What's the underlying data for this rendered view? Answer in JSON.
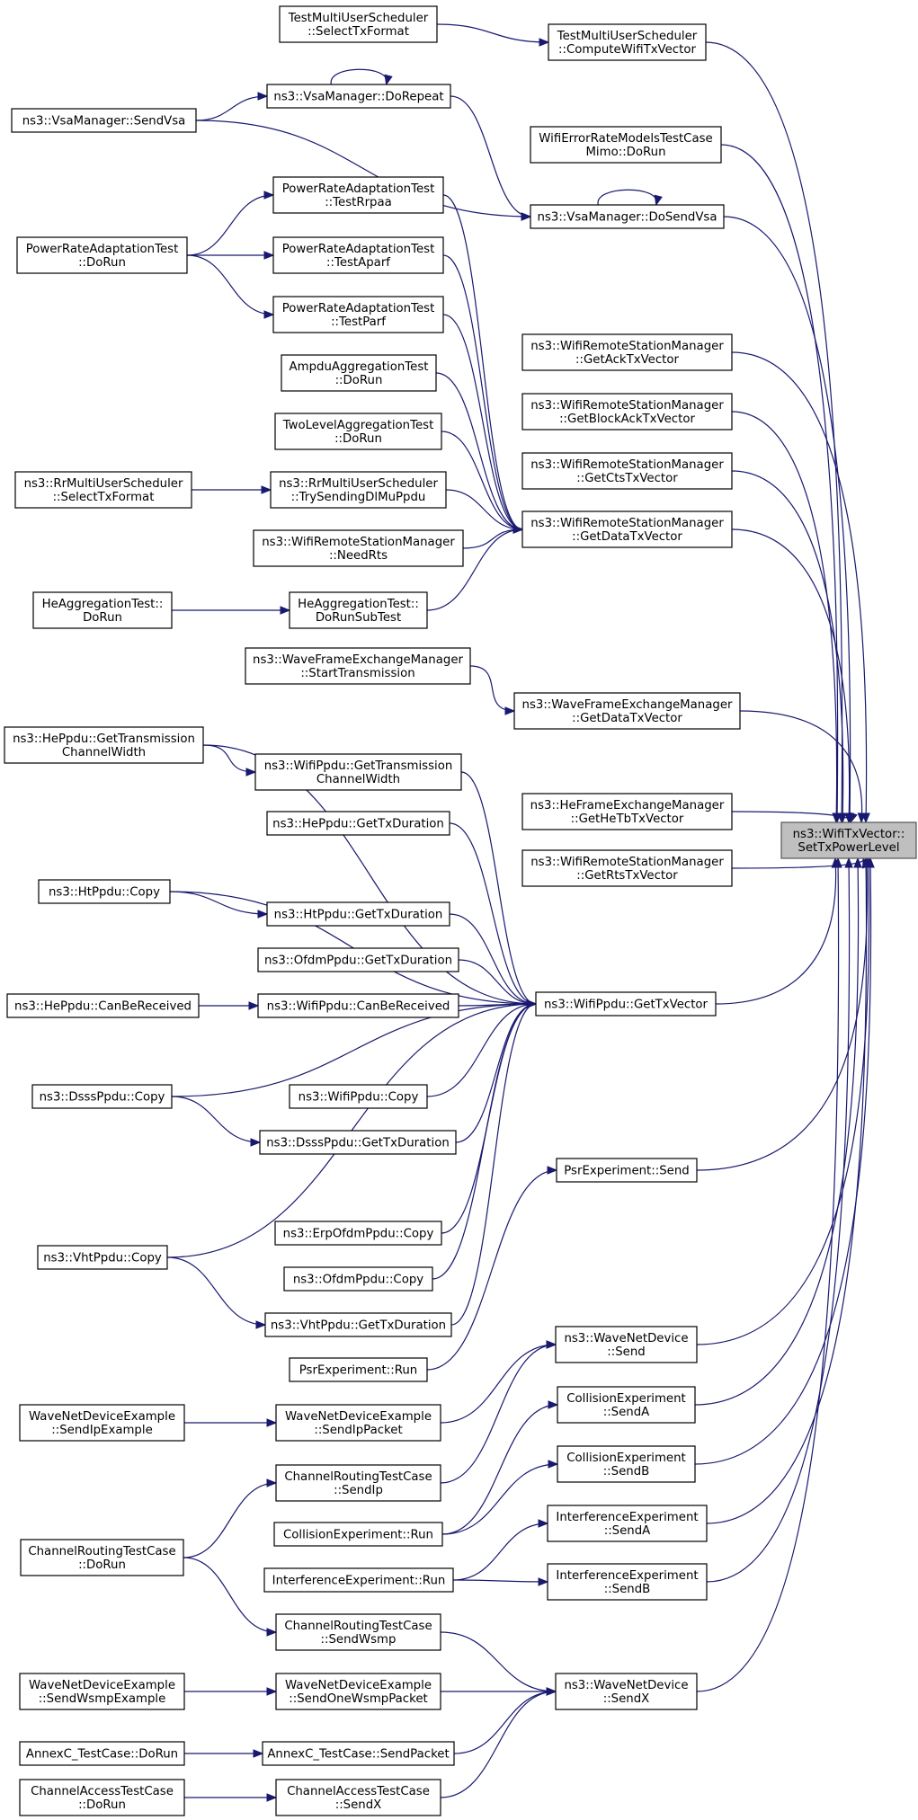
{
  "diagram": {
    "root": "ns3::WifiTxVector::\nSetTxPowerLevel",
    "nodes": [
      {
        "id": "sel_fmt",
        "label": "TestMultiUserScheduler\n::SelectTxFormat"
      },
      {
        "id": "compute",
        "label": "TestMultiUserScheduler\n::ComputeWifiTxVector"
      },
      {
        "id": "dorepeat",
        "label": "ns3::VsaManager::DoRepeat"
      },
      {
        "id": "sendvsa",
        "label": "ns3::VsaManager::SendVsa"
      },
      {
        "id": "wifierr",
        "label": "WifiErrorRateModelsTestCase\nMimo::DoRun"
      },
      {
        "id": "dosendvsa",
        "label": "ns3::VsaManager::DoSendVsa"
      },
      {
        "id": "rrpaa",
        "label": "PowerRateAdaptationTest\n::TestRrpaa"
      },
      {
        "id": "pra_dorun",
        "label": "PowerRateAdaptationTest\n::DoRun"
      },
      {
        "id": "aparf",
        "label": "PowerRateAdaptationTest\n::TestAparf"
      },
      {
        "id": "parf",
        "label": "PowerRateAdaptationTest\n::TestParf"
      },
      {
        "id": "ampdu",
        "label": "AmpduAggregationTest\n::DoRun"
      },
      {
        "id": "twolevel",
        "label": "TwoLevelAggregationTest\n::DoRun"
      },
      {
        "id": "rr_sel",
        "label": "ns3::RrMultiUserScheduler\n::SelectTxFormat"
      },
      {
        "id": "rr_try",
        "label": "ns3::RrMultiUserScheduler\n::TrySendingDlMuPpdu"
      },
      {
        "id": "needrts",
        "label": "ns3::WifiRemoteStationManager\n::NeedRts"
      },
      {
        "id": "heagg_run",
        "label": "HeAggregationTest::\nDoRun"
      },
      {
        "id": "heagg_sub",
        "label": "HeAggregationTest::\nDoRunSubTest"
      },
      {
        "id": "getack",
        "label": "ns3::WifiRemoteStationManager\n::GetAckTxVector"
      },
      {
        "id": "getblockack",
        "label": "ns3::WifiRemoteStationManager\n::GetBlockAckTxVector"
      },
      {
        "id": "getcts",
        "label": "ns3::WifiRemoteStationManager\n::GetCtsTxVector"
      },
      {
        "id": "getdata",
        "label": "ns3::WifiRemoteStationManager\n::GetDataTxVector"
      },
      {
        "id": "wave_start",
        "label": "ns3::WaveFrameExchangeManager\n::StartTransmission"
      },
      {
        "id": "wave_getdata",
        "label": "ns3::WaveFrameExchangeManager\n::GetDataTxVector"
      },
      {
        "id": "heppdu_gtcw",
        "label": "ns3::HePpdu::GetTransmission\nChannelWidth"
      },
      {
        "id": "wifippdu_gtcw",
        "label": "ns3::WifiPpdu::GetTransmission\nChannelWidth"
      },
      {
        "id": "he_tb",
        "label": "ns3::HeFrameExchangeManager\n::GetHeTbTxVector"
      },
      {
        "id": "heppdu_dur",
        "label": "ns3::HePpdu::GetTxDuration"
      },
      {
        "id": "getrts",
        "label": "ns3::WifiRemoteStationManager\n::GetRtsTxVector"
      },
      {
        "id": "htppdu_copy",
        "label": "ns3::HtPpdu::Copy"
      },
      {
        "id": "htppdu_dur",
        "label": "ns3::HtPpdu::GetTxDuration"
      },
      {
        "id": "ofdm_dur",
        "label": "ns3::OfdmPpdu::GetTxDuration"
      },
      {
        "id": "he_cbr",
        "label": "ns3::HePpdu::CanBeReceived"
      },
      {
        "id": "wifi_cbr",
        "label": "ns3::WifiPpdu::CanBeReceived"
      },
      {
        "id": "gettxvector",
        "label": "ns3::WifiPpdu::GetTxVector"
      },
      {
        "id": "dsss_copy",
        "label": "ns3::DsssPpdu::Copy"
      },
      {
        "id": "wifi_copy",
        "label": "ns3::WifiPpdu::Copy"
      },
      {
        "id": "dsss_dur",
        "label": "ns3::DsssPpdu::GetTxDuration"
      },
      {
        "id": "psr_send",
        "label": "PsrExperiment::Send"
      },
      {
        "id": "erp_copy",
        "label": "ns3::ErpOfdmPpdu::Copy"
      },
      {
        "id": "vht_copy",
        "label": "ns3::VhtPpdu::Copy"
      },
      {
        "id": "ofdm_copy",
        "label": "ns3::OfdmPpdu::Copy"
      },
      {
        "id": "vht_dur",
        "label": "ns3::VhtPpdu::GetTxDuration"
      },
      {
        "id": "wave_send",
        "label": "ns3::WaveNetDevice\n::Send"
      },
      {
        "id": "psr_run",
        "label": "PsrExperiment::Run"
      },
      {
        "id": "wnde_sendip",
        "label": "WaveNetDeviceExample\n::SendIpExample"
      },
      {
        "id": "wnde_ippacket",
        "label": "WaveNetDeviceExample\n::SendIpPacket"
      },
      {
        "id": "coll_senda",
        "label": "CollisionExperiment\n::SendA"
      },
      {
        "id": "crt_sendip",
        "label": "ChannelRoutingTestCase\n::SendIp"
      },
      {
        "id": "coll_sendb",
        "label": "CollisionExperiment\n::SendB"
      },
      {
        "id": "coll_run",
        "label": "CollisionExperiment::Run"
      },
      {
        "id": "crt_dorun",
        "label": "ChannelRoutingTestCase\n::DoRun"
      },
      {
        "id": "int_senda",
        "label": "InterferenceExperiment\n::SendA"
      },
      {
        "id": "int_run",
        "label": "InterferenceExperiment::Run"
      },
      {
        "id": "int_sendb",
        "label": "InterferenceExperiment\n::SendB"
      },
      {
        "id": "crt_wsmp",
        "label": "ChannelRoutingTestCase\n::SendWsmp"
      },
      {
        "id": "wnde_wsmpex",
        "label": "WaveNetDeviceExample\n::SendWsmpExample"
      },
      {
        "id": "wnde_onewsmp",
        "label": "WaveNetDeviceExample\n::SendOneWsmpPacket"
      },
      {
        "id": "wave_sendx",
        "label": "ns3::WaveNetDevice\n::SendX"
      },
      {
        "id": "annexc_dorun",
        "label": "AnnexC_TestCase::DoRun"
      },
      {
        "id": "annexc_send",
        "label": "AnnexC_TestCase::SendPacket"
      },
      {
        "id": "cat_dorun",
        "label": "ChannelAccessTestCase\n::DoRun"
      },
      {
        "id": "cat_sendx",
        "label": "ChannelAccessTestCase\n::SendX"
      }
    ],
    "edges": [
      [
        "sel_fmt",
        "compute"
      ],
      [
        "compute",
        "root"
      ],
      [
        "dorepeat",
        "dorepeat"
      ],
      [
        "dorepeat",
        "dosendvsa"
      ],
      [
        "sendvsa",
        "dorepeat"
      ],
      [
        "sendvsa",
        "dosendvsa"
      ],
      [
        "wifierr",
        "root"
      ],
      [
        "dosendvsa",
        "dosendvsa"
      ],
      [
        "dosendvsa",
        "root"
      ],
      [
        "rrpaa",
        "getdata"
      ],
      [
        "pra_dorun",
        "rrpaa"
      ],
      [
        "pra_dorun",
        "aparf"
      ],
      [
        "pra_dorun",
        "parf"
      ],
      [
        "aparf",
        "getdata"
      ],
      [
        "parf",
        "getdata"
      ],
      [
        "ampdu",
        "getdata"
      ],
      [
        "twolevel",
        "getdata"
      ],
      [
        "rr_sel",
        "rr_try"
      ],
      [
        "rr_try",
        "getdata"
      ],
      [
        "needrts",
        "getdata"
      ],
      [
        "heagg_run",
        "heagg_sub"
      ],
      [
        "heagg_sub",
        "getdata"
      ],
      [
        "getack",
        "root"
      ],
      [
        "getblockack",
        "root"
      ],
      [
        "getcts",
        "root"
      ],
      [
        "getdata",
        "root"
      ],
      [
        "wave_start",
        "wave_getdata"
      ],
      [
        "wave_getdata",
        "root"
      ],
      [
        "heppdu_gtcw",
        "wifippdu_gtcw"
      ],
      [
        "heppdu_gtcw",
        "gettxvector"
      ],
      [
        "wifippdu_gtcw",
        "gettxvector"
      ],
      [
        "he_tb",
        "root"
      ],
      [
        "heppdu_dur",
        "gettxvector"
      ],
      [
        "getrts",
        "root"
      ],
      [
        "htppdu_copy",
        "htppdu_dur"
      ],
      [
        "htppdu_copy",
        "gettxvector"
      ],
      [
        "htppdu_dur",
        "gettxvector"
      ],
      [
        "ofdm_dur",
        "gettxvector"
      ],
      [
        "he_cbr",
        "wifi_cbr"
      ],
      [
        "wifi_cbr",
        "gettxvector"
      ],
      [
        "gettxvector",
        "root"
      ],
      [
        "dsss_copy",
        "gettxvector"
      ],
      [
        "dsss_copy",
        "dsss_dur"
      ],
      [
        "wifi_copy",
        "gettxvector"
      ],
      [
        "dsss_dur",
        "gettxvector"
      ],
      [
        "psr_send",
        "root"
      ],
      [
        "erp_copy",
        "gettxvector"
      ],
      [
        "vht_copy",
        "gettxvector"
      ],
      [
        "vht_copy",
        "vht_dur"
      ],
      [
        "ofdm_copy",
        "gettxvector"
      ],
      [
        "vht_dur",
        "gettxvector"
      ],
      [
        "wave_send",
        "root"
      ],
      [
        "psr_run",
        "psr_send"
      ],
      [
        "wnde_sendip",
        "wnde_ippacket"
      ],
      [
        "wnde_ippacket",
        "wave_send"
      ],
      [
        "coll_senda",
        "root"
      ],
      [
        "crt_sendip",
        "wave_send"
      ],
      [
        "coll_sendb",
        "root"
      ],
      [
        "coll_run",
        "coll_senda"
      ],
      [
        "coll_run",
        "coll_sendb"
      ],
      [
        "crt_dorun",
        "crt_sendip"
      ],
      [
        "crt_dorun",
        "crt_wsmp"
      ],
      [
        "int_senda",
        "root"
      ],
      [
        "int_run",
        "int_senda"
      ],
      [
        "int_run",
        "int_sendb"
      ],
      [
        "int_sendb",
        "root"
      ],
      [
        "crt_wsmp",
        "wave_sendx"
      ],
      [
        "wnde_wsmpex",
        "wnde_onewsmp"
      ],
      [
        "wnde_onewsmp",
        "wave_sendx"
      ],
      [
        "wave_sendx",
        "root"
      ],
      [
        "annexc_dorun",
        "annexc_send"
      ],
      [
        "annexc_send",
        "wave_sendx"
      ],
      [
        "cat_dorun",
        "cat_sendx"
      ],
      [
        "cat_sendx",
        "wave_sendx"
      ]
    ]
  }
}
